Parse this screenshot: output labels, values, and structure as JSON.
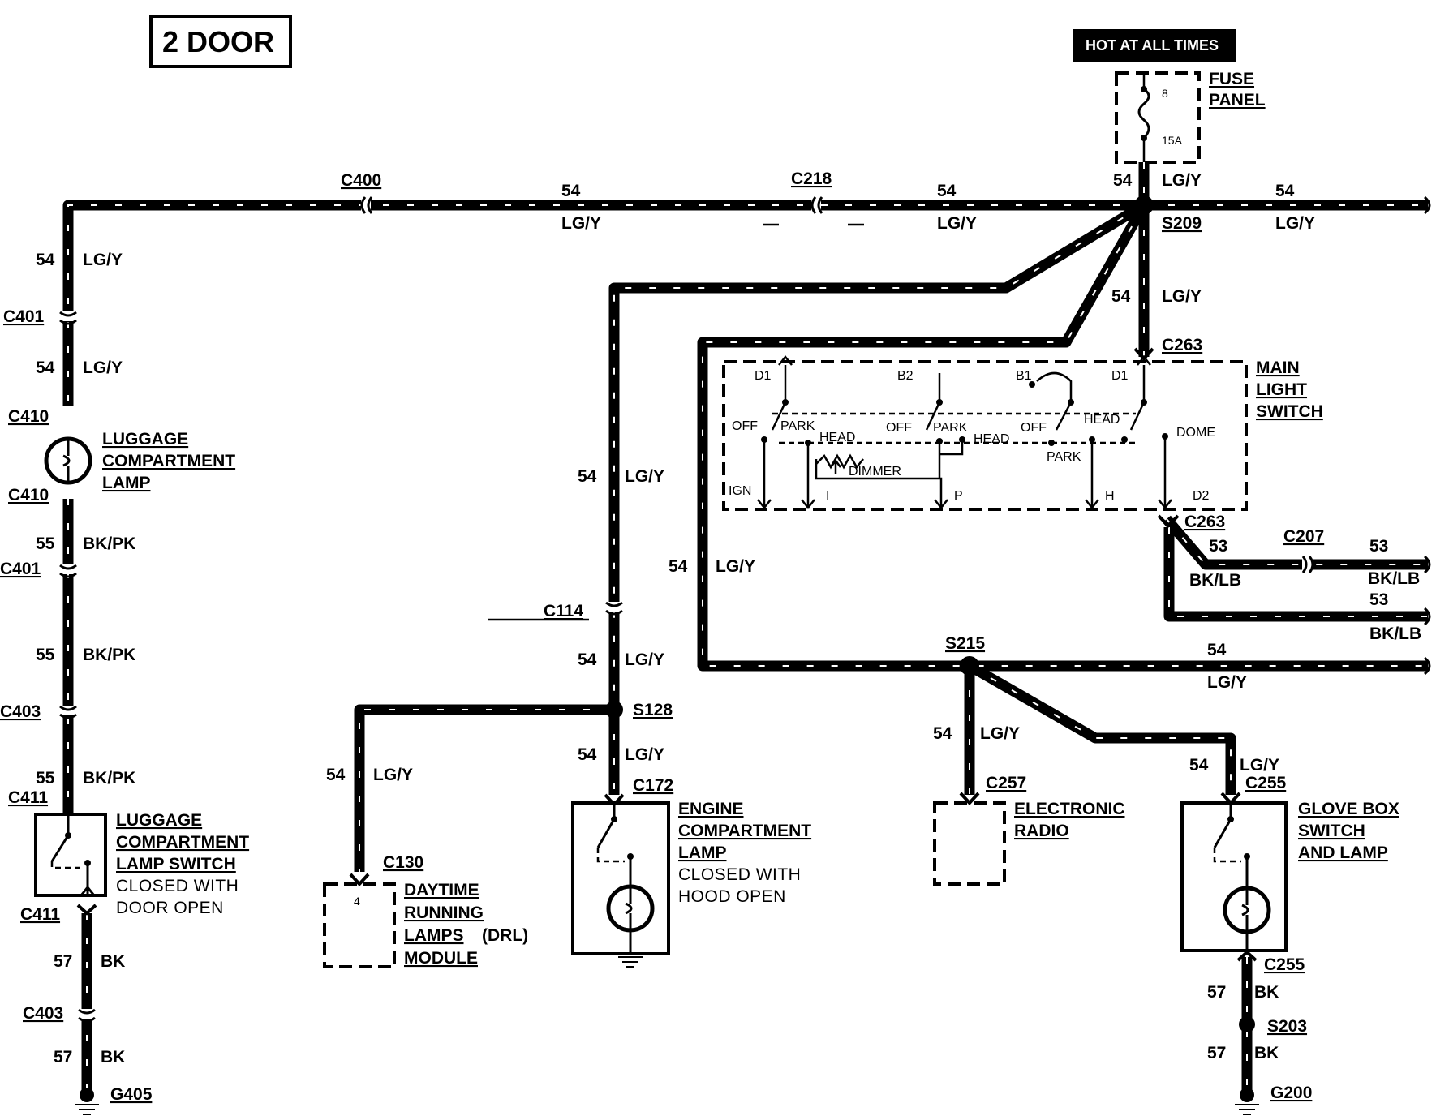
{
  "title": "2 DOOR",
  "hot_label": "HOT AT ALL TIMES",
  "fuse_panel": {
    "name_line1": "FUSE",
    "name_line2": "PANEL",
    "fuse_number": "8",
    "fuse_rating": "15A"
  },
  "splices": {
    "s209": "S209",
    "s215": "S215",
    "s128": "S128",
    "s203": "S203"
  },
  "grounds": {
    "g405": "G405",
    "g200": "G200"
  },
  "connectors": {
    "c400": "C400",
    "c218": "C218",
    "c401": "C401",
    "c410": "C410",
    "c403": "C403",
    "c411": "C411",
    "c263": "C263",
    "c207": "C207",
    "c114": "C114",
    "c130": "C130",
    "c172": "C172",
    "c257": "C257",
    "c255": "C255"
  },
  "circuits": {
    "c54": "54",
    "c55": "55",
    "c57": "57",
    "c53": "53"
  },
  "colors": {
    "lgy": "LG/Y",
    "bkpk": "BK/PK",
    "bk": "BK",
    "bklb": "BK/LB"
  },
  "components": {
    "luggage_lamp": [
      "LUGGAGE",
      "COMPARTMENT",
      "LAMP"
    ],
    "luggage_switch": [
      "LUGGAGE",
      "COMPARTMENT",
      "LAMP SWITCH"
    ],
    "luggage_switch_note": [
      "CLOSED WITH",
      "DOOR OPEN"
    ],
    "main_light_switch": [
      "MAIN",
      "LIGHT",
      "SWITCH"
    ],
    "drl_module": [
      "DAYTIME",
      "RUNNING",
      "LAMPS",
      "MODULE"
    ],
    "drl_suffix": "(DRL)",
    "drl_pin": "4",
    "engine_lamp": [
      "ENGINE",
      "COMPARTMENT",
      "LAMP"
    ],
    "engine_lamp_note": [
      "CLOSED WITH",
      "HOOD OPEN"
    ],
    "radio": [
      "ELECTRONIC",
      "RADIO"
    ],
    "glove_box": [
      "GLOVE BOX",
      "SWITCH",
      "AND LAMP"
    ]
  },
  "switch_labels": {
    "d1_left": "D1",
    "b2": "B2",
    "b1": "B1",
    "d1_right": "D1",
    "off1": "OFF",
    "park1": "PARK",
    "head1": "HEAD",
    "off2": "OFF",
    "park2": "PARK",
    "head2": "HEAD",
    "off3": "OFF",
    "park3": "PARK",
    "head3": "HEAD",
    "dome": "DOME",
    "dimmer": "DIMMER",
    "ign": "IGN",
    "i": "I",
    "p": "P",
    "h": "H",
    "d2": "D2"
  }
}
